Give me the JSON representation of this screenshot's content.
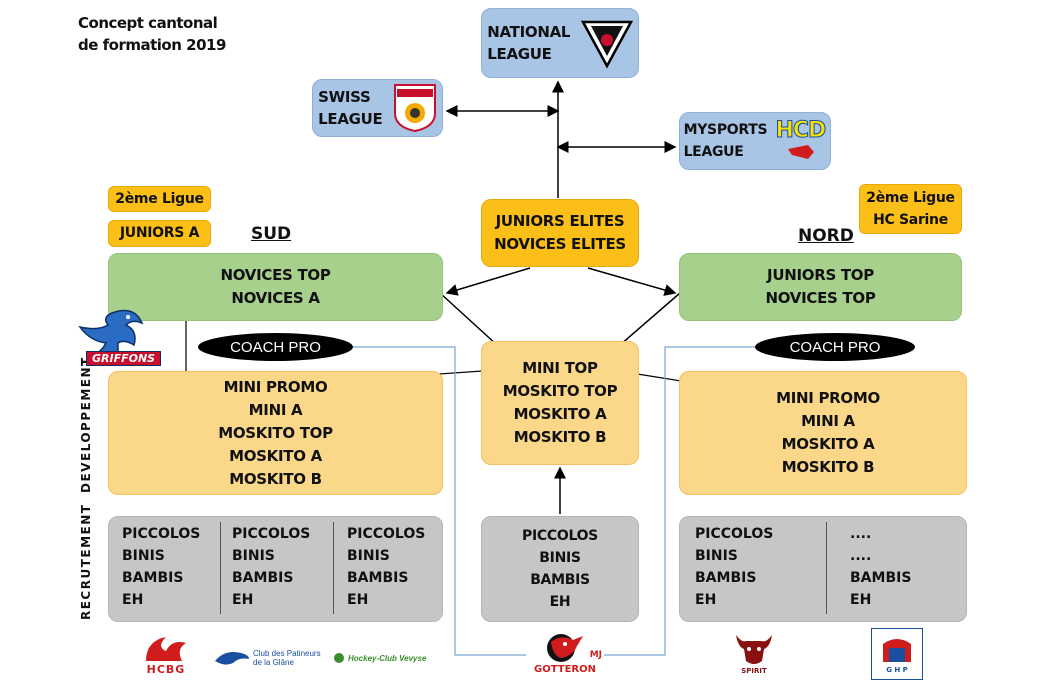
{
  "title": {
    "line1": "Concept cantonal",
    "line2": "de formation 2019"
  },
  "leagues": {
    "national": [
      "NATIONAL",
      "LEAGUE"
    ],
    "swiss": [
      "SWISS",
      "LEAGUE"
    ],
    "mysports": [
      "MYSPORTS",
      "LEAGUE"
    ],
    "hcd_logo_text": "HCD"
  },
  "elites": [
    "JUNIORS ELITES",
    "NOVICES ELITES"
  ],
  "sud": {
    "heading": "SUD",
    "tags": [
      "2ème Ligue",
      "JUNIORS A"
    ],
    "green": [
      "NOVICES TOP",
      "NOVICES A"
    ],
    "coach": "COACH PRO",
    "orange": [
      "MINI PROMO",
      "MINI A",
      "MOSKITO TOP",
      "MOSKITO A",
      "MOSKITO B"
    ],
    "grey_cols": [
      [
        "PICCOLOS",
        "BINIS",
        "BAMBIS",
        "EH"
      ],
      [
        "PICCOLOS",
        "BINIS",
        "BAMBIS",
        "EH"
      ],
      [
        "PICCOLOS",
        "BINIS",
        "BAMBIS",
        "EH"
      ]
    ],
    "griffons_logo_text": "GRIFFONS"
  },
  "centre": {
    "orange": [
      "MINI TOP",
      "MOSKITO TOP",
      "MOSKITO A",
      "MOSKITO B"
    ],
    "grey": [
      "PICCOLOS",
      "BINIS",
      "BAMBIS",
      "EH"
    ]
  },
  "nord": {
    "heading": "NORD",
    "tags": [
      "2ème Ligue",
      "HC Sarine"
    ],
    "green": [
      "JUNIORS TOP",
      "NOVICES TOP"
    ],
    "coach": "COACH PRO",
    "orange": [
      "MINI PROMO",
      "MINI A",
      "MOSKITO A",
      "MOSKITO B"
    ],
    "grey_cols": [
      [
        "PICCOLOS",
        "BINIS",
        "BAMBIS",
        "EH"
      ],
      [
        "....",
        "....",
        "BAMBIS",
        "EH"
      ]
    ]
  },
  "side_labels": {
    "developpement": "DEVELOPPEMENT",
    "recrutement": "RECRUTEMENT"
  },
  "footer_logos": {
    "hcbg": "HCBG",
    "glane_line1": "Club des Patineurs",
    "glane_line2": "de la Glâne",
    "vevey": "Hockey-Club Vevyse",
    "gotteron": "GOTTERON",
    "gotteron_mj": "MJ",
    "bulle": "SPIRIT",
    "hcp": "G H P"
  },
  "colors": {
    "blue_box": "#a9c5e6",
    "green_box": "#a7d08c",
    "orange_box": "#fbd78a",
    "gold_box": "#fcbf17",
    "grey_box": "#c6c6c6",
    "connector_blue": "#7aa6d6"
  }
}
